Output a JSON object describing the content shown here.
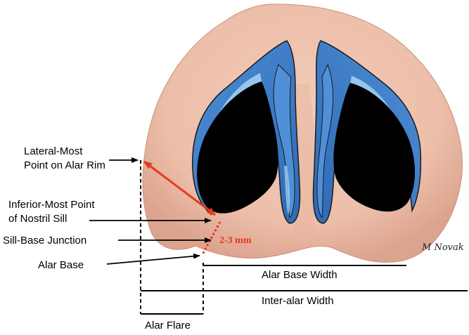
{
  "labels": {
    "lateral_line1": "Lateral-Most",
    "lateral_line2": "Point on Alar Rim",
    "inferior_line1": "Inferior-Most Point",
    "inferior_line2": "of Nostril Sill",
    "sill_base": "Sill-Base Junction",
    "alar_base": "Alar Base",
    "alar_base_width": "Alar Base Width",
    "inter_alar_width": "Inter-alar Width",
    "alar_flare": "Alar Flare",
    "measurement": "2-3 mm",
    "signature": "M Novak"
  },
  "colors": {
    "skin": "#edbfaa",
    "skin_shadow": "#d9a08c",
    "cartilage": "#3a78c4",
    "cartilage_light": "#8cc0ec",
    "nostril": "#000000",
    "measure_red": "#e8381e"
  }
}
